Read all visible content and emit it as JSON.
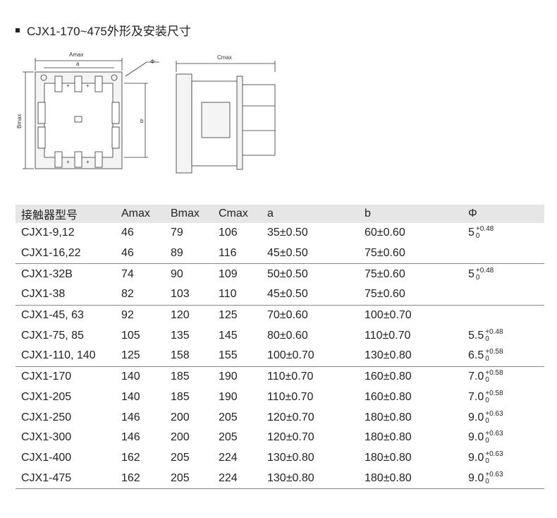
{
  "title": "CJX1-170~475外形及安装尺寸",
  "drawing": {
    "front_labels": {
      "amax": "Amax",
      "a": "a",
      "bmax": "Bmax",
      "b": "b",
      "phi": "Φ",
      "plus": "+"
    },
    "side_labels": {
      "cmax": "Cmax"
    }
  },
  "table": {
    "headers": [
      "接触器型号",
      "Amax",
      "Bmax",
      "Cmax",
      "a",
      "b",
      "Φ"
    ],
    "rows": [
      {
        "model": "CJX1-9,12",
        "amax": "46",
        "bmax": "79",
        "cmax": "106",
        "a": "35±0.50",
        "b": "60±0.60",
        "phi": "5",
        "tol_up": "+0.48",
        "tol_low": "0",
        "sep": false
      },
      {
        "model": "CJX1-16,22",
        "amax": "46",
        "bmax": "89",
        "cmax": "116",
        "a": "45±0.50",
        "b": "75±0.60",
        "phi": "",
        "tol_up": "",
        "tol_low": "",
        "sep": false
      },
      {
        "model": "CJX1-32B",
        "amax": "74",
        "bmax": "90",
        "cmax": "109",
        "a": "50±0.50",
        "b": "75±0.60",
        "phi": "5",
        "tol_up": "+0.48",
        "tol_low": "0",
        "sep": true
      },
      {
        "model": "CJX1-38",
        "amax": "82",
        "bmax": "103",
        "cmax": "110",
        "a": "45±0.50",
        "b": "75±0.60",
        "phi": "",
        "tol_up": "",
        "tol_low": "",
        "sep": false
      },
      {
        "model": "CJX1-45, 63",
        "amax": "92",
        "bmax": "120",
        "cmax": "125",
        "a": "70±0.60",
        "b": "100±0.70",
        "phi": "",
        "tol_up": "",
        "tol_low": "",
        "sep": true
      },
      {
        "model": "CJX1-75, 85",
        "amax": "105",
        "bmax": "135",
        "cmax": "145",
        "a": "80±0.60",
        "b": "110±0.70",
        "phi": "5.5",
        "tol_up": "+0.48",
        "tol_low": "0",
        "sep": false
      },
      {
        "model": "CJX1-110, 140",
        "amax": "125",
        "bmax": "158",
        "cmax": "155",
        "a": "100±0.70",
        "b": "130±0.80",
        "phi": "6.5",
        "tol_up": "+0.58",
        "tol_low": "0",
        "sep": false
      },
      {
        "model": "CJX1-170",
        "amax": "140",
        "bmax": "185",
        "cmax": "190",
        "a": "110±0.70",
        "b": "160±0.80",
        "phi": "7.0",
        "tol_up": "+0.58",
        "tol_low": "0",
        "sep": true
      },
      {
        "model": "CJX1-205",
        "amax": "140",
        "bmax": "185",
        "cmax": "190",
        "a": "110±0.70",
        "b": "160±0.80",
        "phi": "7.0",
        "tol_up": "+0.58",
        "tol_low": "0",
        "sep": false
      },
      {
        "model": "CJX1-250",
        "amax": "146",
        "bmax": "200",
        "cmax": "205",
        "a": "120±0.70",
        "b": "180±0.80",
        "phi": "9.0",
        "tol_up": "+0.63",
        "tol_low": "0",
        "sep": false
      },
      {
        "model": "CJX1-300",
        "amax": "146",
        "bmax": "200",
        "cmax": "205",
        "a": "120±0.70",
        "b": "180±0.80",
        "phi": "9.0",
        "tol_up": "+0.63",
        "tol_low": "0",
        "sep": false
      },
      {
        "model": "CJX1-400",
        "amax": "162",
        "bmax": "205",
        "cmax": "224",
        "a": "130±0.80",
        "b": "180±0.80",
        "phi": "9.0",
        "tol_up": "+0.63",
        "tol_low": "0",
        "sep": false
      },
      {
        "model": "CJX1-475",
        "amax": "162",
        "bmax": "205",
        "cmax": "224",
        "a": "130±0.80",
        "b": "180±0.80",
        "phi": "9.0",
        "tol_up": "+0.63",
        "tol_low": "0",
        "sep": false
      }
    ]
  }
}
